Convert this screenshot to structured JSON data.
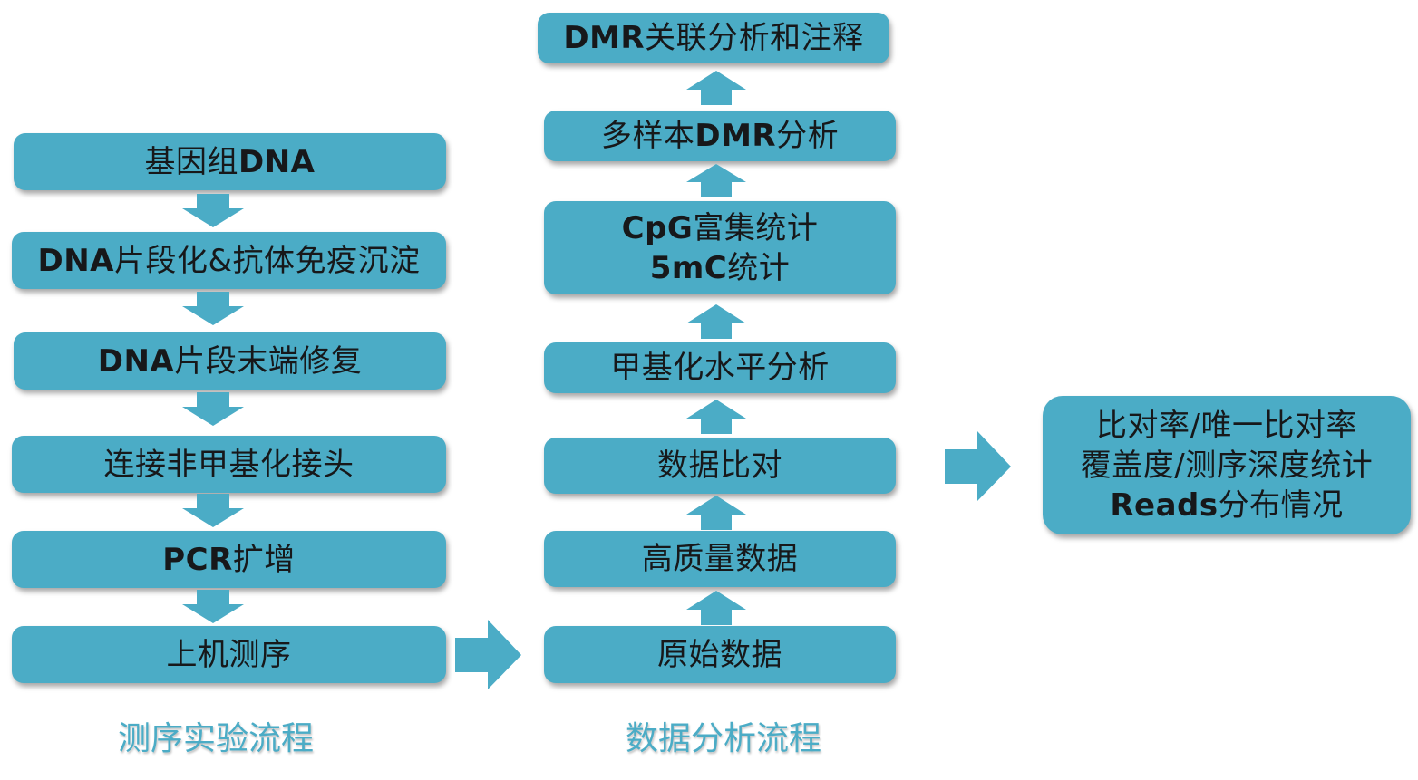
{
  "left_flow": {
    "caption": "测序实验流程",
    "steps": [
      {
        "pre": "基因组",
        "latin": "DNA",
        "post": ""
      },
      {
        "pre": "",
        "latin": "DNA",
        "post": "片段化&抗体免疫沉淀"
      },
      {
        "pre": "",
        "latin": "DNA",
        "post": "片段末端修复"
      },
      {
        "pre": "连接非甲基化接头",
        "latin": "",
        "post": ""
      },
      {
        "pre": "",
        "latin": "PCR",
        "post": "扩增"
      },
      {
        "pre": "上机测序",
        "latin": "",
        "post": ""
      }
    ]
  },
  "middle_flow": {
    "caption": "数据分析流程",
    "steps": [
      {
        "pre": "原始数据",
        "latin": "",
        "post": ""
      },
      {
        "pre": "高质量数据",
        "latin": "",
        "post": ""
      },
      {
        "pre": "数据比对",
        "latin": "",
        "post": ""
      },
      {
        "pre": "甲基化水平分析",
        "latin": "",
        "post": ""
      },
      {
        "line1": {
          "latin": "CpG",
          "post": "富集统计"
        },
        "line2": {
          "latin": "5mC",
          "post": "统计"
        }
      },
      {
        "pre": "多样本",
        "latin": "DMR",
        "post": "分析"
      },
      {
        "pre": "",
        "latin": "DMR",
        "post": "关联分析和注释"
      }
    ]
  },
  "right_box": {
    "line1": "比对率/唯一比对率",
    "line2": "覆盖度/测序深度统计",
    "line3": {
      "latin": "Reads",
      "post": "分布情况"
    }
  }
}
